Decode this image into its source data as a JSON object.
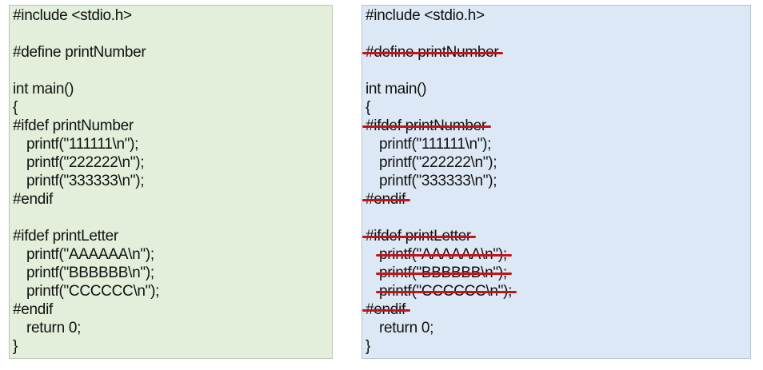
{
  "colors": {
    "left_panel_bg": "#e3efda",
    "right_panel_bg": "#dce8f5",
    "strike_color": "#c41418",
    "text_color": "#111111"
  },
  "left_code": {
    "lines": [
      {
        "text": "#include <stdio.h>",
        "indent": false
      },
      {
        "text": "",
        "indent": false
      },
      {
        "text": "#define printNumber",
        "indent": false
      },
      {
        "text": "",
        "indent": false
      },
      {
        "text": "int main()",
        "indent": false
      },
      {
        "text": "{",
        "indent": false
      },
      {
        "text": "#ifdef printNumber",
        "indent": false
      },
      {
        "text": "printf(\"111111\\n\");",
        "indent": true
      },
      {
        "text": "printf(\"222222\\n\");",
        "indent": true
      },
      {
        "text": "printf(\"333333\\n\");",
        "indent": true
      },
      {
        "text": "#endif",
        "indent": false
      },
      {
        "text": "",
        "indent": false
      },
      {
        "text": "#ifdef printLetter",
        "indent": false
      },
      {
        "text": "printf(\"AAAAAA\\n\");",
        "indent": true
      },
      {
        "text": "printf(\"BBBBBB\\n\");",
        "indent": true
      },
      {
        "text": "printf(\"CCCCCC\\n\");",
        "indent": true
      },
      {
        "text": "#endif",
        "indent": false
      },
      {
        "text": "return 0;",
        "indent": true
      },
      {
        "text": "}",
        "indent": false
      }
    ]
  },
  "right_code": {
    "lines": [
      {
        "text": "#include <stdio.h>",
        "indent": false,
        "struck": false
      },
      {
        "text": "",
        "indent": false,
        "struck": false
      },
      {
        "text": "#define printNumber",
        "indent": false,
        "struck": true
      },
      {
        "text": "",
        "indent": false,
        "struck": false
      },
      {
        "text": "int main()",
        "indent": false,
        "struck": false
      },
      {
        "text": "{",
        "indent": false,
        "struck": false
      },
      {
        "text": "#ifdef printNumber",
        "indent": false,
        "struck": true
      },
      {
        "text": "printf(\"111111\\n\");",
        "indent": true,
        "struck": false
      },
      {
        "text": "printf(\"222222\\n\");",
        "indent": true,
        "struck": false
      },
      {
        "text": "printf(\"333333\\n\");",
        "indent": true,
        "struck": false
      },
      {
        "text": "#endif",
        "indent": false,
        "struck": true
      },
      {
        "text": "",
        "indent": false,
        "struck": false
      },
      {
        "text": "#ifdef printLetter",
        "indent": false,
        "struck": true
      },
      {
        "text": "printf(\"AAAAAA\\n\");",
        "indent": true,
        "struck": true
      },
      {
        "text": "printf(\"BBBBBB\\n\");",
        "indent": true,
        "struck": true
      },
      {
        "text": "printf(\"CCCCCC\\n\");",
        "indent": true,
        "struck": true
      },
      {
        "text": "#endif",
        "indent": false,
        "struck": true
      },
      {
        "text": "return 0;",
        "indent": true,
        "struck": false
      },
      {
        "text": "}",
        "indent": false,
        "struck": false
      }
    ]
  }
}
